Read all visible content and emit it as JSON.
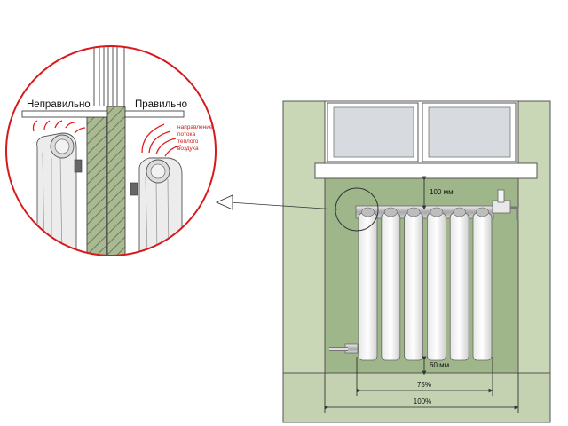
{
  "detail": {
    "wrong_label": "Неправильно",
    "right_label": "Правильно",
    "flow_note": [
      "направление",
      "потока",
      "теплого",
      "воздуха"
    ]
  },
  "dimensions": {
    "top_gap": "100 мм",
    "bottom_gap": "60 мм",
    "radiator_width": "75%",
    "niche_width": "100%"
  },
  "colors": {
    "wall_green": "#c9d7b7",
    "niche_green": "#9fb68b",
    "wall_hatch": "#97a87e",
    "circle_red": "#d7191c",
    "text_red": "#cc1f1f",
    "outline": "#4a4a4a"
  }
}
